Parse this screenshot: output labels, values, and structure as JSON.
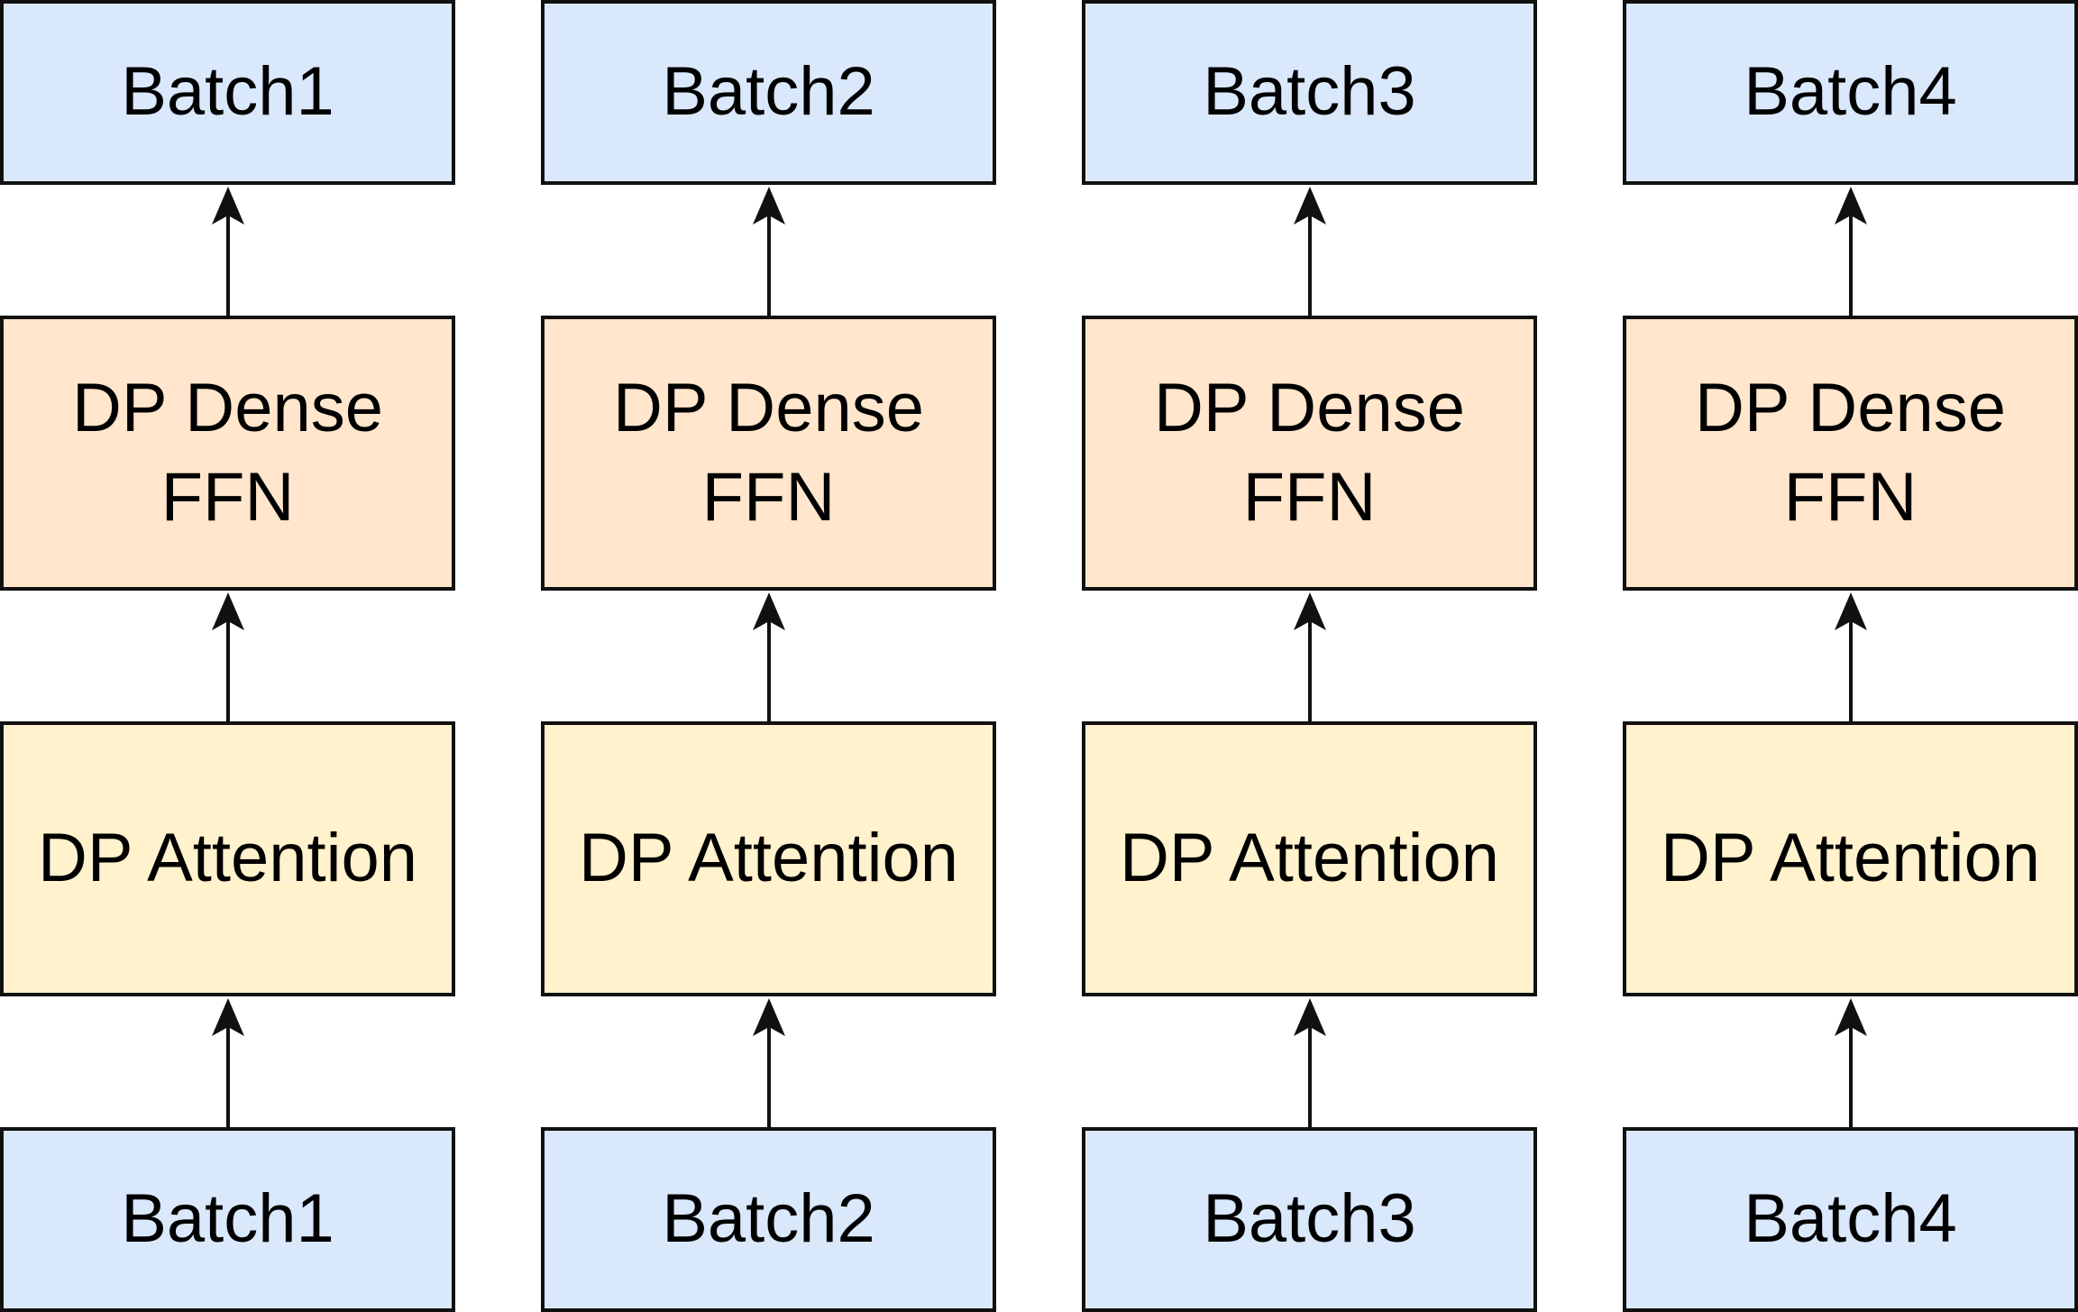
{
  "columns": [
    {
      "output_batch": "Batch1",
      "ffn": "DP Dense\nFFN",
      "attention": "DP Attention",
      "input_batch": "Batch1"
    },
    {
      "output_batch": "Batch2",
      "ffn": "DP Dense\nFFN",
      "attention": "DP Attention",
      "input_batch": "Batch2"
    },
    {
      "output_batch": "Batch3",
      "ffn": "DP Dense\nFFN",
      "attention": "DP Attention",
      "input_batch": "Batch3"
    },
    {
      "output_batch": "Batch4",
      "ffn": "DP Dense\nFFN",
      "attention": "DP Attention",
      "input_batch": "Batch4"
    }
  ],
  "colors": {
    "batch_fill": "#dae8fc",
    "ffn_fill": "#ffe6cc",
    "attention_fill": "#fff2cc",
    "stroke": "#111111"
  }
}
